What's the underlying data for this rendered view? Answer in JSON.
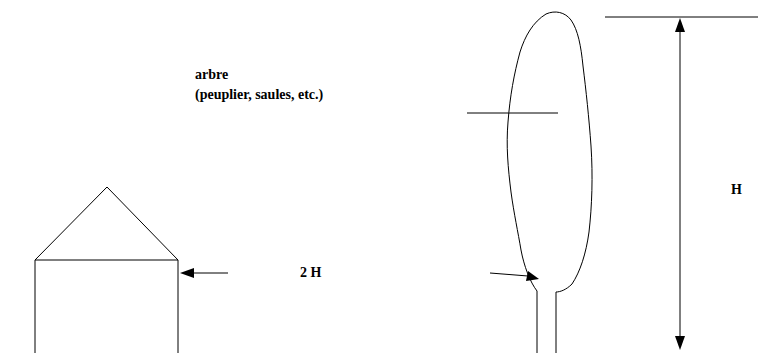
{
  "diagram": {
    "labels": [
      "arbre",
      "(peuplier, saules, etc.)",
      "2 H",
      "H"
    ]
  }
}
